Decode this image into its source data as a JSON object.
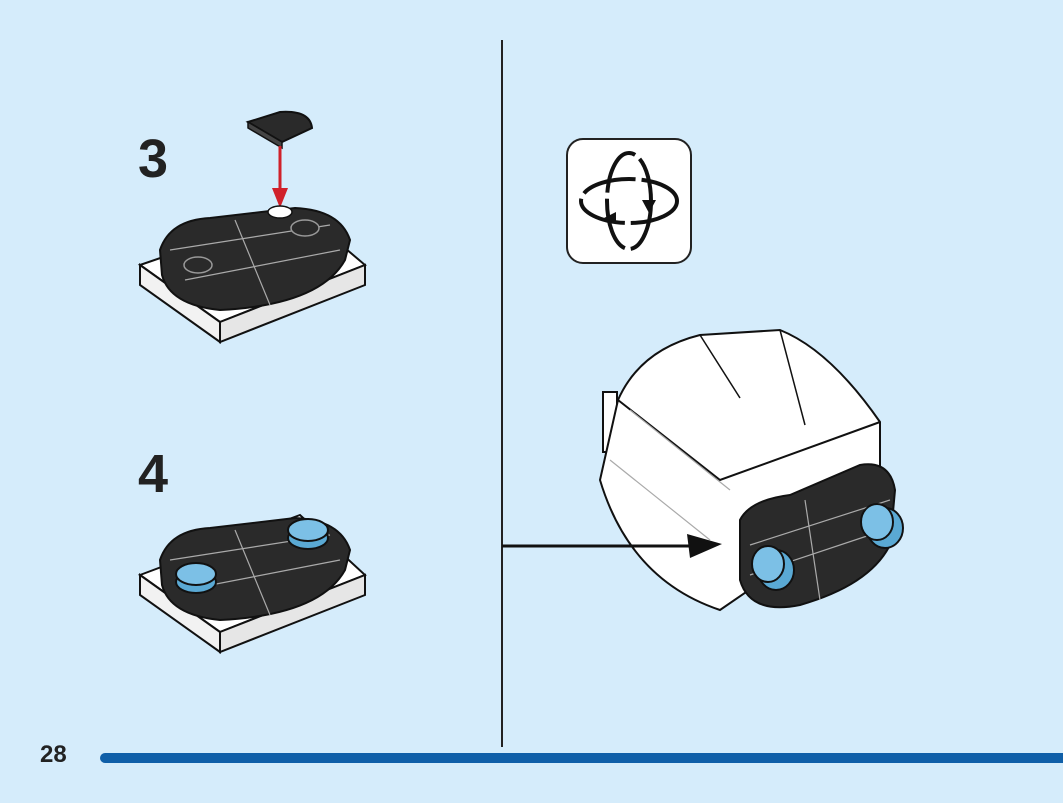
{
  "steps": [
    {
      "number": "3"
    },
    {
      "number": "4"
    }
  ],
  "page_number": "28",
  "icons": {
    "rotate": "rotate-model-icon"
  },
  "colors": {
    "background": "#d5ecfb",
    "brick_dark": "#2a2a2a",
    "brick_white": "#ffffff",
    "stud_blue": "#5aa9d4",
    "arrow_red": "#d0202a",
    "progress_bar": "#0f5fa8"
  }
}
